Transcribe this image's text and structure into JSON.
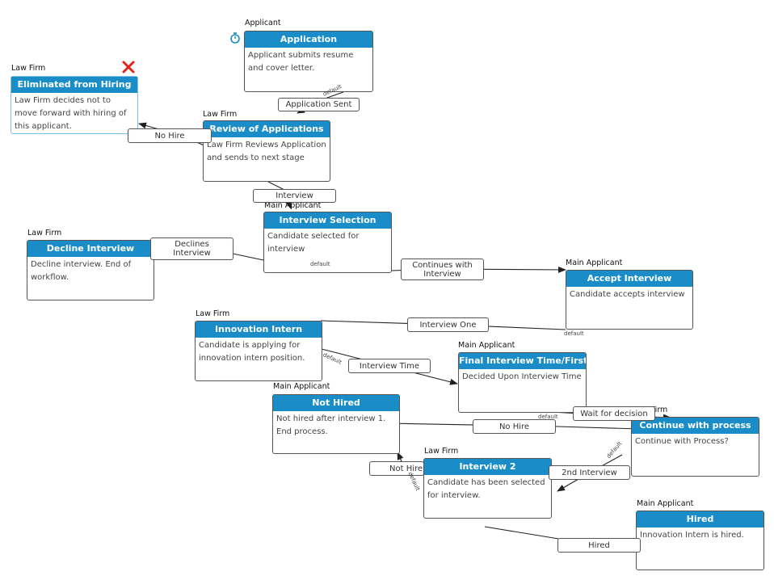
{
  "nodes": [
    {
      "role": "Applicant",
      "title": "Application",
      "body": "Applicant submits resume and cover letter."
    },
    {
      "role": "Law Firm",
      "title": "Eliminated from Hiring",
      "body": "Law Firm decides not to move forward with hiring of this applicant."
    },
    {
      "role": "Law Firm",
      "title": "Review of Applications",
      "body": "Law Firm Reviews Application and sends to next stage"
    },
    {
      "role": "Main Applicant",
      "title": "Interview Selection",
      "body": "Candidate selected for interview"
    },
    {
      "role": "Law Firm",
      "title": "Decline Interview",
      "body": "Decline interview. End of workflow."
    },
    {
      "role": "Main Applicant",
      "title": "Accept Interview",
      "body": "Candidate accepts interview"
    },
    {
      "role": "Law Firm",
      "title": "Innovation Intern",
      "body": "Candidate is applying for innovation intern position."
    },
    {
      "role": "Main Applicant",
      "title": "Final Interview Time/First",
      "body": "Decided Upon Interview Time"
    },
    {
      "role": "Main Applicant",
      "title": "Not Hired",
      "body": "Not hired after interview 1. End process."
    },
    {
      "role": "Law Firm",
      "title": "Continue with process",
      "body": "Continue with Process?"
    },
    {
      "role": "Law Firm",
      "title": "Interview 2",
      "body": "Candidate has been selected for interview."
    },
    {
      "role": "Main Applicant",
      "title": "Hired",
      "body": "Innovation Intern is hired."
    }
  ],
  "edges": [
    {
      "label": "Application Sent"
    },
    {
      "label": "No Hire"
    },
    {
      "label": "Interview"
    },
    {
      "label": "Declines\nInterview"
    },
    {
      "label": "Continues with\nInterview"
    },
    {
      "label": "Interview One"
    },
    {
      "label": "Interview Time"
    },
    {
      "label": "Wait for decision"
    },
    {
      "label": "No Hire"
    },
    {
      "label": "Not Hire"
    },
    {
      "label": "2nd Interview"
    },
    {
      "label": "Hired"
    }
  ],
  "edge_tags": {
    "default": "default"
  },
  "icons": {
    "start": "timer-start-icon",
    "delete": "delete-x-icon"
  },
  "colors": {
    "header": "#1a8dc8",
    "delete": "#e0261b",
    "selected_border": "#7cc3e8"
  }
}
